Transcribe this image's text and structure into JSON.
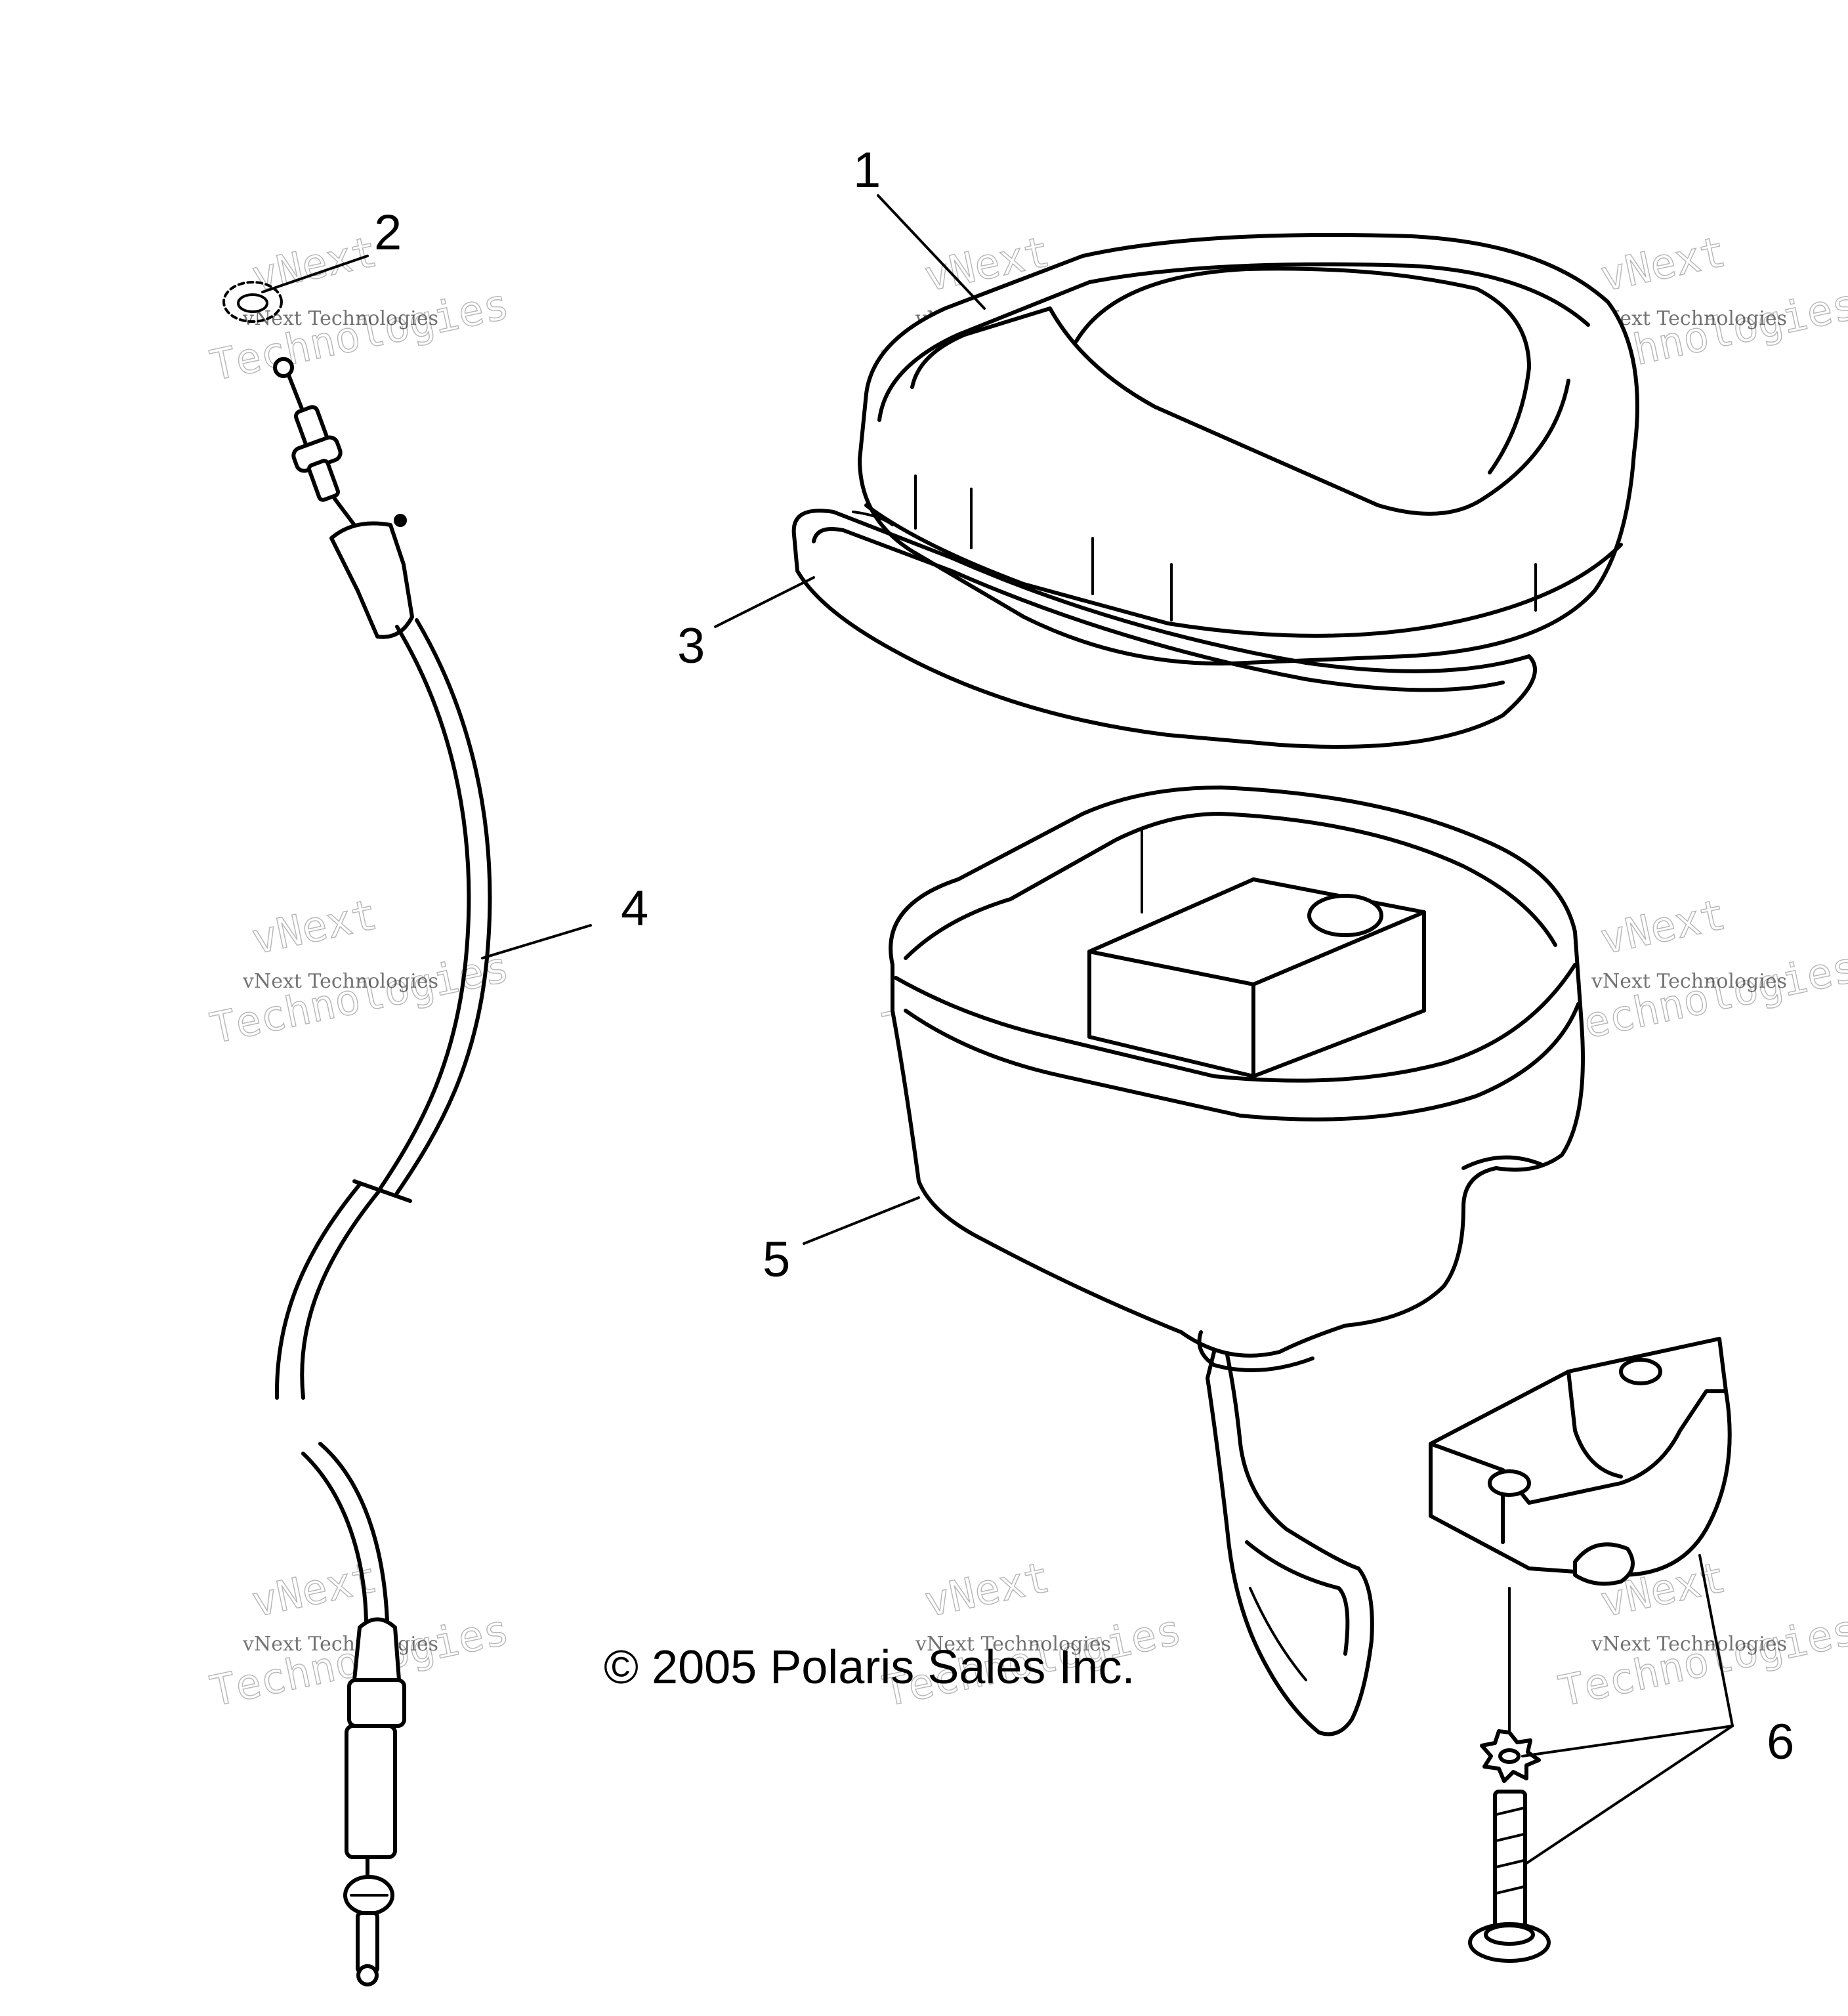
{
  "callouts": [
    {
      "id": "1",
      "label": "1"
    },
    {
      "id": "2",
      "label": "2"
    },
    {
      "id": "3",
      "label": "3"
    },
    {
      "id": "4",
      "label": "4"
    },
    {
      "id": "5",
      "label": "5"
    },
    {
      "id": "6",
      "label": "6"
    }
  ],
  "copyright": "© 2005 Polaris Sales Inc.",
  "watermark": {
    "small": "vNext Technologies",
    "big_line1": "vNext",
    "big_line2": "Technologies"
  }
}
